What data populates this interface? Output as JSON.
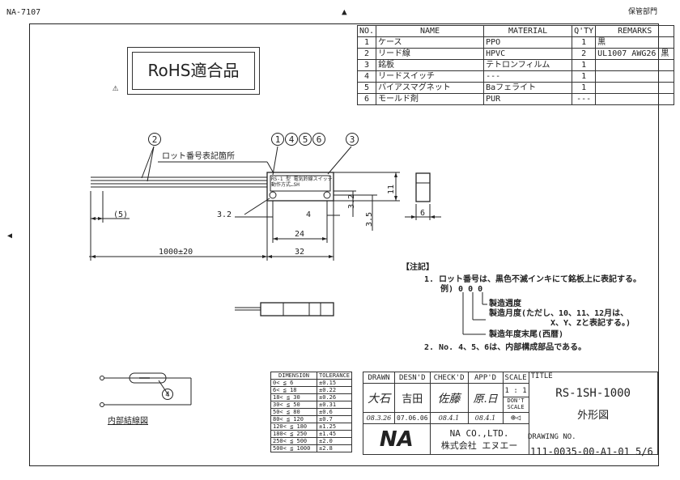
{
  "header": {
    "doc_code": "NA-7107",
    "stamp": "保管部門"
  },
  "rohs_label": "RoHS適合品",
  "parts_table": {
    "headers": [
      "NO.",
      "NAME",
      "MATERIAL",
      "Q'TY",
      "REMARKS"
    ],
    "rows": [
      [
        "1",
        "ケース",
        "PPO",
        "1",
        "黒"
      ],
      [
        "2",
        "リード線",
        "HPVC",
        "2",
        "UL1007 AWG26 黒"
      ],
      [
        "3",
        "銘板",
        "テトロンフィルム",
        "1",
        ""
      ],
      [
        "4",
        "リードスイッチ",
        "---",
        "1",
        ""
      ],
      [
        "5",
        "バイアスマグネット",
        "Baフェライト",
        "1",
        ""
      ],
      [
        "6",
        "モールド剤",
        "PUR",
        "---",
        ""
      ]
    ]
  },
  "callouts": {
    "c2": "2",
    "c1": "1",
    "c4": "4",
    "c5": "5",
    "c6": "6",
    "c3": "3"
  },
  "lot_label": "ロット番号表記箇所",
  "nameplate_text": "RS-1 型 電気鈴線スイッチ\n動作方式…SH",
  "dims": {
    "d5": "(5)",
    "d32a": "3.2",
    "d4": "4",
    "d32b": "3.2",
    "d35": "3.5",
    "d11": "11",
    "d6": "6",
    "d24": "24",
    "d1000": "1000±20",
    "d32": "32"
  },
  "notes": {
    "heading": "【注記】",
    "line1": "1. ロット番号は、黒色不滅インキにて銘板上に表記する。",
    "example": "例) 0 0 0",
    "week": "製造週度",
    "month1": "製造月度(ただし、10、11、12月は、",
    "month2": "X、Y、Zと表記する。)",
    "year": "製造年度末尾(西暦)",
    "line2": "2. No. 4、5、6は、内部構成部品である。"
  },
  "circuit": {
    "label": "内部結線図",
    "callout": "4"
  },
  "tolerance_table": {
    "headers": [
      "DIMENSION",
      "TOLERANCE"
    ],
    "rows": [
      [
        "0< ≦ 6",
        "±0.15"
      ],
      [
        "6< ≦ 18",
        "±0.22"
      ],
      [
        "18< ≦ 30",
        "±0.26"
      ],
      [
        "30< ≦ 50",
        "±0.31"
      ],
      [
        "50< ≦ 80",
        "±0.6"
      ],
      [
        "80< ≦ 120",
        "±0.7"
      ],
      [
        "120< ≦ 180",
        "±1.25"
      ],
      [
        "180< ≦ 250",
        "±1.45"
      ],
      [
        "250< ≦ 500",
        "±2.0"
      ],
      [
        "500< ≦ 1000",
        "±2.8"
      ]
    ]
  },
  "title_block": {
    "headers": [
      "DRAWN",
      "DESN'D",
      "CHECK'D",
      "APP'D",
      "SCALE"
    ],
    "signatures": [
      "大石",
      "吉田",
      "佐藤",
      "原.日"
    ],
    "dates": [
      "08.3.26",
      "07.06.06",
      "08.4.1",
      "08.4.1"
    ],
    "scale": "1 : 1",
    "dont_scale": "DON'T SCALE",
    "title_label": "TITLE",
    "title1": "RS-1SH-1000",
    "title2": "外形図",
    "company_en": "NA CO.,LTD.",
    "company_jp": "株式会社 エヌエー",
    "logo": "NA",
    "drawing_no_label": "DRAWING NO.",
    "drawing_no": "111-0035-00-A1-01 5/6"
  }
}
